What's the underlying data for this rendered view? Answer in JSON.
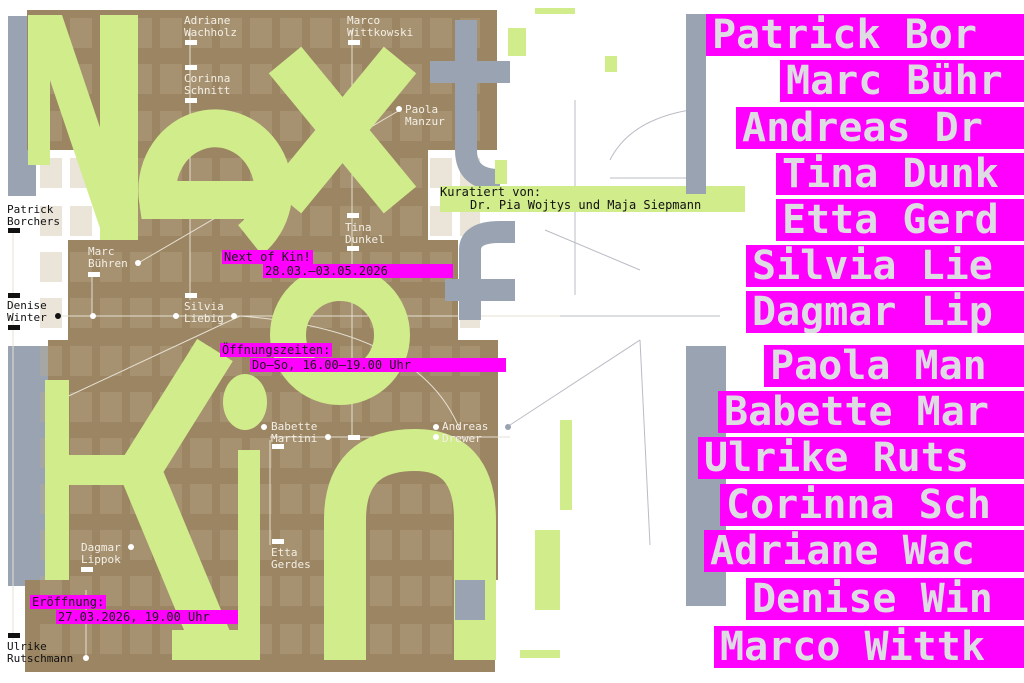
{
  "title": {
    "word1": "Ne",
    "word1b": "x",
    "word1c": "t",
    "word2a": "o",
    "word2b": "f",
    "word3a": "K",
    "word3b": "i",
    "word3c": "n"
  },
  "ghost_names": [
    "Patrick Borchers",
    "Marc Bühren",
    "Andreas Drewer",
    "Tina Dunkel",
    "Etta Gerdes",
    "Silvia Liebig",
    "Dagmar Lippok",
    "Paola Manzur",
    "Babette Martini",
    "Ulrike Rutschmann",
    "Corinna Schnitt",
    "Adriane Wachholz",
    "Denise Winter",
    "Marco Wittkowski"
  ],
  "network_labels": {
    "adriane": "Adriane\nWachholz",
    "marco": "Marco\nWittkowski",
    "corinna": "Corinna\nSchnitt",
    "paola": "Paola\nManzur",
    "patrick": "Patrick\nBorchers",
    "tina": "Tina\nDunkel",
    "marc": "Marc\nBühren",
    "denise": "Denise\nWinter",
    "silvia": "Silvia\nLiebig",
    "babette": "Babette\nMartini",
    "andreas": "Andreas\nDrewer",
    "dagmar": "Dagmar\nLippok",
    "etta": "Etta\nGerdes",
    "ulrike": "Ulrike\nRutschmann"
  },
  "info": {
    "exhibition_title": "Next of Kin!",
    "dates": "28.03.–03.05.2026",
    "hours_label": "Öffnungszeiten:",
    "hours": "Do–So, 16.00–19.00 Uhr",
    "opening_label": "Eröffnung:",
    "opening": "27.03.2026, 19.00 Uhr",
    "curated_label": "Kuratiert von:",
    "curators": "Dr. Pia Wojtys und Maja Siepmann"
  },
  "right_names": [
    "Patrick Bor",
    "Marc Bühr",
    "Andreas Dr",
    "Tina Dunk",
    "Etta Gerd",
    "Silvia Lie",
    "Dagmar Lip",
    "Paola Man",
    "Babette Mar",
    "Ulrike Ruts",
    "Corinna Sch",
    "Adriane Wac",
    "Denise Win",
    "Marco Wittk"
  ],
  "colors": {
    "brown": "#9b8563",
    "green": "#d1ec8b",
    "gray": "#9aa3b1",
    "magenta": "#ff00ff"
  }
}
